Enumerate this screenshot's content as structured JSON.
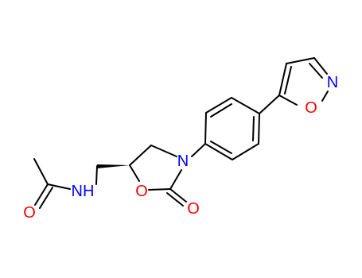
{
  "molecule": {
    "colors": {
      "bond": "#000000",
      "carbon": "#000000",
      "oxygen": "#ff0000",
      "nitrogen": "#0000ff"
    },
    "atoms": {
      "amide_O": "O",
      "amide_N": "NH",
      "ring_O": "O",
      "carbonyl_O": "O",
      "ring_N": "N",
      "isoxazole_N": "N",
      "isoxazole_O": "O"
    }
  }
}
